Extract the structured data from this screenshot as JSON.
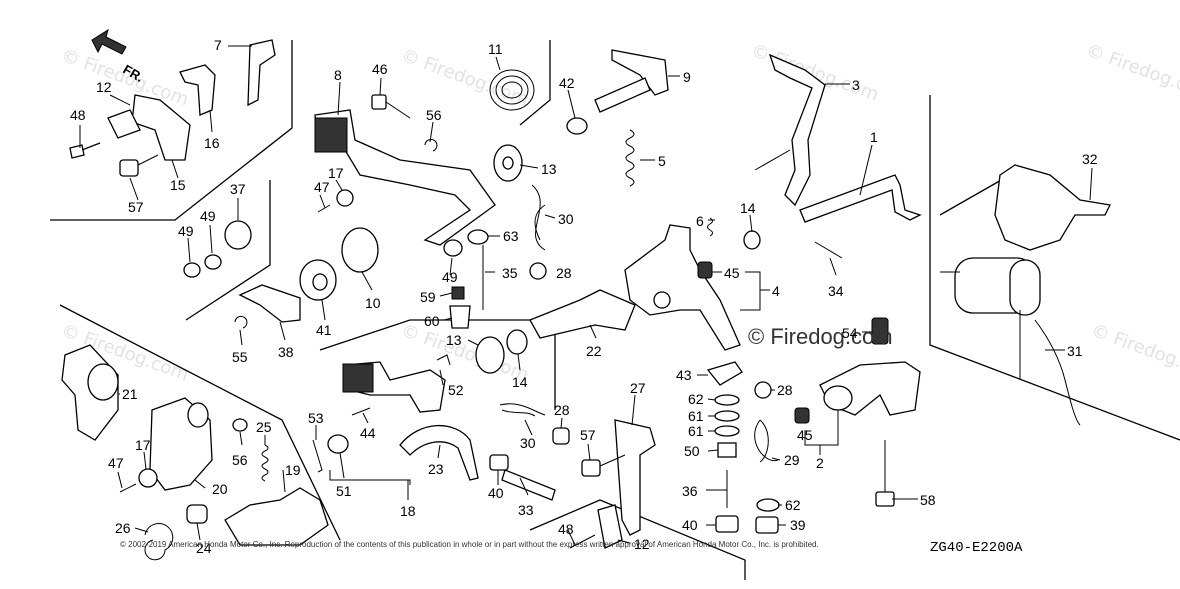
{
  "direction_label": "FR.",
  "diagram_code": "ZG40-E2200A",
  "watermark_brand": "© Firedog.com",
  "copyright_footer": "© 2002-2019 American Honda Motor Co., Inc. Reproduction of the contents of this publication in whole or in part without the express written approval of American Honda Motor Co., Inc. is prohibited.",
  "callouts": [
    {
      "id": "c1",
      "text": "1"
    },
    {
      "id": "c2",
      "text": "2"
    },
    {
      "id": "c3",
      "text": "3"
    },
    {
      "id": "c4",
      "text": "4"
    },
    {
      "id": "c5",
      "text": "5"
    },
    {
      "id": "c6",
      "text": "6"
    },
    {
      "id": "c7",
      "text": "7"
    },
    {
      "id": "c8",
      "text": "8"
    },
    {
      "id": "c9",
      "text": "9"
    },
    {
      "id": "c10",
      "text": "10"
    },
    {
      "id": "c11",
      "text": "11"
    },
    {
      "id": "c12a",
      "text": "12"
    },
    {
      "id": "c12b",
      "text": "12"
    },
    {
      "id": "c13a",
      "text": "13"
    },
    {
      "id": "c13b",
      "text": "13"
    },
    {
      "id": "c14a",
      "text": "14"
    },
    {
      "id": "c14b",
      "text": "14"
    },
    {
      "id": "c15",
      "text": "15"
    },
    {
      "id": "c16",
      "text": "16"
    },
    {
      "id": "c17a",
      "text": "17"
    },
    {
      "id": "c17b",
      "text": "17"
    },
    {
      "id": "c18",
      "text": "18"
    },
    {
      "id": "c19",
      "text": "19"
    },
    {
      "id": "c20",
      "text": "20"
    },
    {
      "id": "c21",
      "text": "21"
    },
    {
      "id": "c22",
      "text": "22"
    },
    {
      "id": "c23",
      "text": "23"
    },
    {
      "id": "c24",
      "text": "24"
    },
    {
      "id": "c25",
      "text": "25"
    },
    {
      "id": "c26",
      "text": "26"
    },
    {
      "id": "c27",
      "text": "27"
    },
    {
      "id": "c28a",
      "text": "28"
    },
    {
      "id": "c28b",
      "text": "28"
    },
    {
      "id": "c28c",
      "text": "28"
    },
    {
      "id": "c29",
      "text": "29"
    },
    {
      "id": "c30a",
      "text": "30"
    },
    {
      "id": "c30b",
      "text": "30"
    },
    {
      "id": "c31",
      "text": "31"
    },
    {
      "id": "c32",
      "text": "32"
    },
    {
      "id": "c33",
      "text": "33"
    },
    {
      "id": "c34",
      "text": "34"
    },
    {
      "id": "c35",
      "text": "35"
    },
    {
      "id": "c36",
      "text": "36"
    },
    {
      "id": "c37",
      "text": "37"
    },
    {
      "id": "c38",
      "text": "38"
    },
    {
      "id": "c39",
      "text": "39"
    },
    {
      "id": "c40a",
      "text": "40"
    },
    {
      "id": "c40b",
      "text": "40"
    },
    {
      "id": "c41",
      "text": "41"
    },
    {
      "id": "c42",
      "text": "42"
    },
    {
      "id": "c43",
      "text": "43"
    },
    {
      "id": "c44",
      "text": "44"
    },
    {
      "id": "c45a",
      "text": "45"
    },
    {
      "id": "c45b",
      "text": "45"
    },
    {
      "id": "c46",
      "text": "46"
    },
    {
      "id": "c47a",
      "text": "47"
    },
    {
      "id": "c47b",
      "text": "47"
    },
    {
      "id": "c48a",
      "text": "48"
    },
    {
      "id": "c48b",
      "text": "48"
    },
    {
      "id": "c49a",
      "text": "49"
    },
    {
      "id": "c49b",
      "text": "49"
    },
    {
      "id": "c49c",
      "text": "49"
    },
    {
      "id": "c50",
      "text": "50"
    },
    {
      "id": "c51",
      "text": "51"
    },
    {
      "id": "c52",
      "text": "52"
    },
    {
      "id": "c53",
      "text": "53"
    },
    {
      "id": "c54",
      "text": "54"
    },
    {
      "id": "c55",
      "text": "55"
    },
    {
      "id": "c56a",
      "text": "56"
    },
    {
      "id": "c56b",
      "text": "56"
    },
    {
      "id": "c57a",
      "text": "57"
    },
    {
      "id": "c57b",
      "text": "57"
    },
    {
      "id": "c58",
      "text": "58"
    },
    {
      "id": "c59",
      "text": "59"
    },
    {
      "id": "c60",
      "text": "60"
    },
    {
      "id": "c61a",
      "text": "61"
    },
    {
      "id": "c61b",
      "text": "61"
    },
    {
      "id": "c62a",
      "text": "62"
    },
    {
      "id": "c62b",
      "text": "62"
    },
    {
      "id": "c63",
      "text": "63"
    }
  ]
}
